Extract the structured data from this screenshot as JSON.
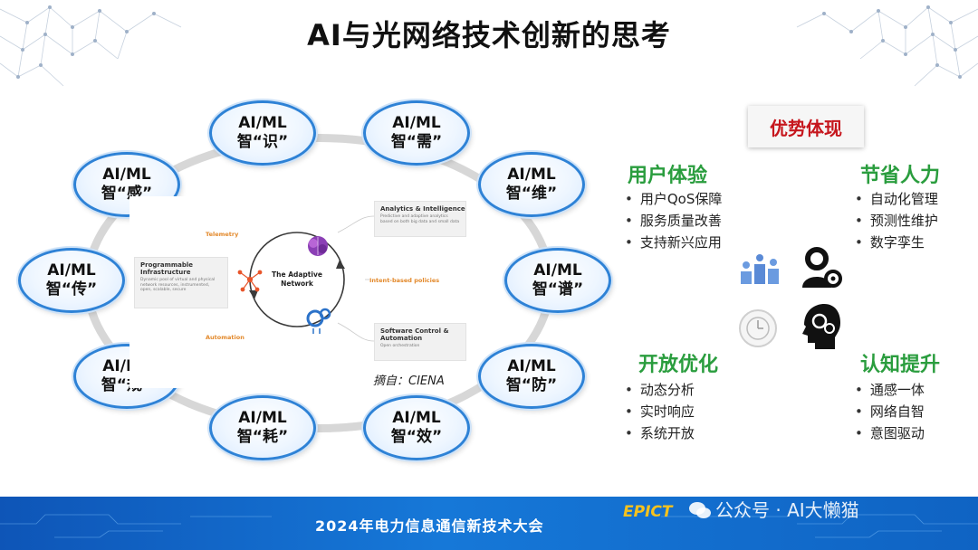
{
  "title": "AI与光网络技术创新的思考",
  "nodes": [
    {
      "line1": "AI/ML",
      "line2": "智“识”"
    },
    {
      "line1": "AI/ML",
      "line2": "智“需”"
    },
    {
      "line1": "AI/ML",
      "line2": "智“维”"
    },
    {
      "line1": "AI/ML",
      "line2": "智“谱”"
    },
    {
      "line1": "AI/ML",
      "line2": "智“防”"
    },
    {
      "line1": "AI/ML",
      "line2": "智“效”"
    },
    {
      "line1": "AI/ML",
      "line2": "智“耗”"
    },
    {
      "line1": "AI/ML",
      "line2": "智“规”"
    },
    {
      "line1": "AI/ML",
      "line2": "智“传”"
    },
    {
      "line1": "AI/ML",
      "line2": "智“感”"
    }
  ],
  "center": {
    "network_title": "The Adaptive Network",
    "telemetry": "Telemetry",
    "automation": "Automation",
    "intent": "Intent-based policies",
    "box_left_title": "Programmable Infrastructure",
    "box_left_sub": "Dynamic pool of virtual and physical network resources, instrumented, open, scalable, secure",
    "box_tr_title": "Analytics & Intelligence",
    "box_tr_sub": "Predictive and adaptive analytics based on both big data and small data",
    "box_br_title": "Software Control & Automation",
    "box_br_sub": "Open orchestration",
    "credit": "摘自：CIENA"
  },
  "advantages": {
    "heading": "优势体现",
    "groups": [
      {
        "title": "用户体验",
        "items": [
          "用户QoS保障",
          "服务质量改善",
          "支持新兴应用"
        ]
      },
      {
        "title": "节省人力",
        "items": [
          "自动化管理",
          "预测性维护",
          "数字孪生"
        ]
      },
      {
        "title": "开放优化",
        "items": [
          "动态分析",
          "实时响应",
          "系统开放"
        ]
      },
      {
        "title": "认知提升",
        "items": [
          "通感一体",
          "网络自智",
          "意图驱动"
        ]
      }
    ],
    "accent_color": "#2a9d3e",
    "heading_color": "#c6161d"
  },
  "banner": {
    "text": "2024年电力信息通信新技术大会",
    "logo": "EPICT",
    "watermark": "公众号 · AI大懒猫"
  }
}
